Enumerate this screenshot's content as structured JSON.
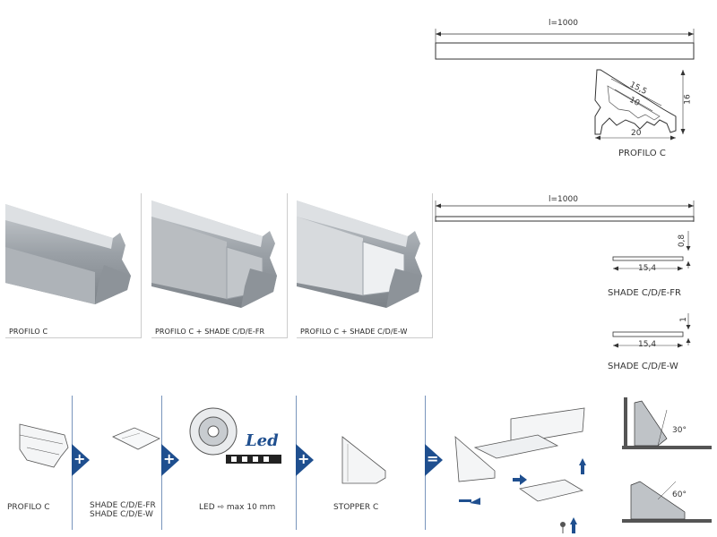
{
  "drawing_profile": {
    "length_label": "l=1000",
    "dim_top": "15,5",
    "dim_inner": "10",
    "dim_height": "16",
    "dim_width": "20",
    "caption": "PROFILO C"
  },
  "drawing_shade": {
    "length_label": "l=1000",
    "fr": {
      "thickness": "0,8",
      "width": "15,4",
      "caption": "SHADE C/D/E-FR"
    },
    "w": {
      "thickness": "1",
      "width": "15,4",
      "caption": "SHADE C/D/E-W"
    }
  },
  "photos": [
    {
      "caption": "PROFILO C"
    },
    {
      "caption": "PROFILO C + SHADE C/D/E-FR"
    },
    {
      "caption": "PROFILO C + SHADE C/D/E-W"
    }
  ],
  "assembly": {
    "items": [
      {
        "caption": "PROFILO C"
      },
      {
        "caption_line1": "SHADE C/D/E-FR",
        "caption_line2": "SHADE C/D/E-W"
      },
      {
        "caption": "LED ⇨ max 10 mm"
      },
      {
        "caption": "STOPPER C"
      }
    ],
    "operators": [
      "+",
      "+",
      "+",
      "="
    ],
    "led_logo": "Led",
    "accent_color": "#1f4f8f"
  },
  "angles": {
    "top": "30°",
    "bottom": "60°"
  }
}
